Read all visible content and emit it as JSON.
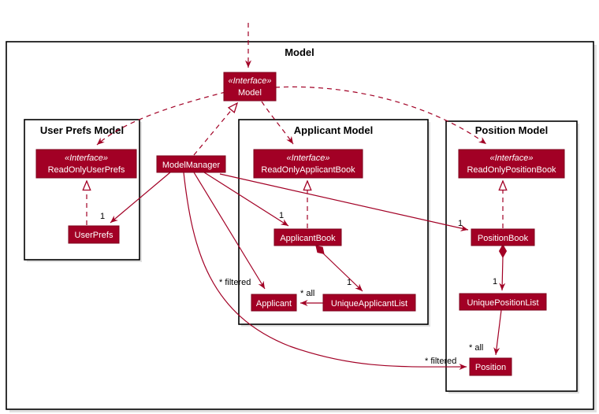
{
  "diagram": {
    "outer_title": "Model",
    "frames": {
      "user_prefs": {
        "title": "User Prefs Model"
      },
      "applicant": {
        "title": "Applicant Model"
      },
      "position": {
        "title": "Position Model"
      }
    },
    "classes": {
      "model": {
        "stereotype": "«Interface»",
        "name": "Model"
      },
      "read_only_user_prefs": {
        "stereotype": "«Interface»",
        "name": "ReadOnlyUserPrefs"
      },
      "user_prefs": {
        "name": "UserPrefs"
      },
      "model_manager": {
        "name": "ModelManager"
      },
      "read_only_applicant_book": {
        "stereotype": "«Interface»",
        "name": "ReadOnlyApplicantBook"
      },
      "applicant_book": {
        "name": "ApplicantBook"
      },
      "unique_applicant_list": {
        "name": "UniqueApplicantList"
      },
      "applicant": {
        "name": "Applicant"
      },
      "read_only_position_book": {
        "stereotype": "«Interface»",
        "name": "ReadOnlyPositionBook"
      },
      "position_book": {
        "name": "PositionBook"
      },
      "unique_position_list": {
        "name": "UniquePositionList"
      },
      "position": {
        "name": "Position"
      }
    },
    "edge_labels": {
      "user_prefs_mult": "1",
      "applicant_book_mult": "1",
      "position_book_mult": "1",
      "unique_applicant_list_mult": "1",
      "unique_position_list_mult": "1",
      "applicant_all": "* all",
      "position_all": "* all",
      "applicant_filtered": "* filtered",
      "position_filtered": "* filtered"
    },
    "colors": {
      "class_fill": "#a20025",
      "class_border": "#7d001c",
      "class_text": "#ffffff",
      "edge": "#a20025",
      "frame_border": "#000000",
      "label_text": "#000000",
      "background": "#ffffff"
    }
  }
}
